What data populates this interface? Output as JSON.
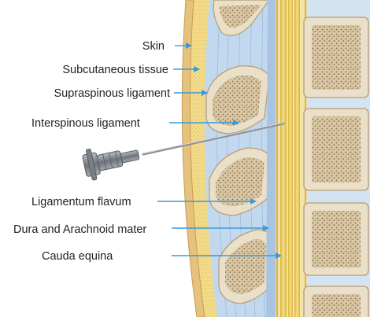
{
  "labels": {
    "skin": "Skin",
    "subcutaneous": "Subcutaneous tissue",
    "supraspinous": "Supraspinous ligament",
    "interspinous": "Interspinous ligament",
    "flavum": "Ligamentum flavum",
    "dura": "Dura and Arachnoid mater",
    "cauda": "Cauda equina"
  },
  "colors": {
    "arrow": "#3a9ad9",
    "skin": "#e9c98c",
    "fat": "#f3dc8a",
    "ligament": "#bcd3ea",
    "bone": "#e8dcc4",
    "disc": "#cfe0f0",
    "nerve": "#e8c64a",
    "needle": "#8a8f97"
  }
}
